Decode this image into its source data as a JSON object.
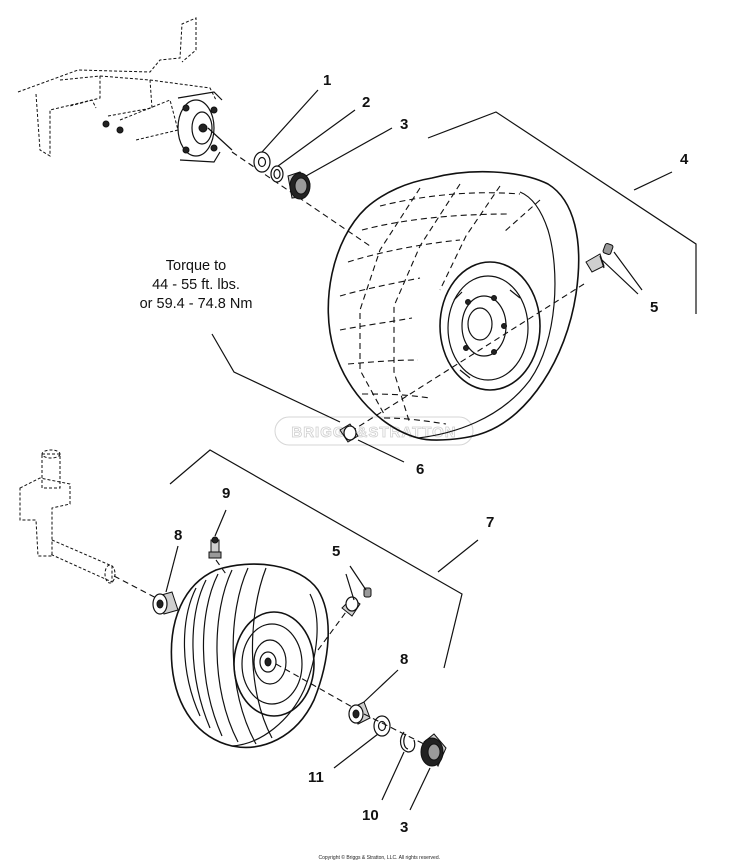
{
  "callouts": {
    "n1": "1",
    "n2": "2",
    "n3_top": "3",
    "n4": "4",
    "n5_top": "5",
    "n6": "6",
    "n7": "7",
    "n8_left": "8",
    "n9": "9",
    "n5_bottom": "5",
    "n8_right": "8",
    "n11": "11",
    "n10": "10",
    "n3_bottom": "3"
  },
  "torque_note": {
    "line1": "Torque to",
    "line2": "44 - 55 ft. lbs.",
    "line3": "or 59.4 - 74.8 Nm"
  },
  "watermark": "BRIGGS&STRATTON",
  "copyright": "Copyright © Briggs & Stratton, LLC. All rights reserved.",
  "icons": [
    "rear-wheel-icon",
    "front-caster-wheel-icon",
    "axle-hub-icon",
    "caster-fork-icon"
  ]
}
